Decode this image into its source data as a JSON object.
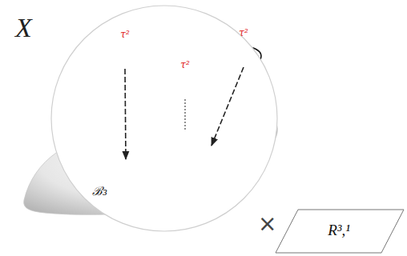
{
  "diagram": {
    "nodes": [
      {
        "text": [
          "X"
        ]
      },
      {
        "text": [
          "τ²"
        ],
        "in": 0
      },
      {
        "text": [
          "τ²"
        ],
        "in": 0
      },
      {
        "text": [
          "τ²"
        ],
        "in": 0
      },
      {
        "text": [
          "ℬ₃"
        ],
        "in": 0
      },
      {
        "text": [
          "R³,¹"
        ]
      }
    ],
    "edges": [
      {
        "from": 1,
        "to": 4,
        "arrow": "to"
      },
      {
        "from": 2,
        "to": 4,
        "arrow": "none"
      },
      {
        "from": 3,
        "to": 4,
        "arrow": "to"
      }
    ],
    "labels": [
      "×"
    ]
  }
}
